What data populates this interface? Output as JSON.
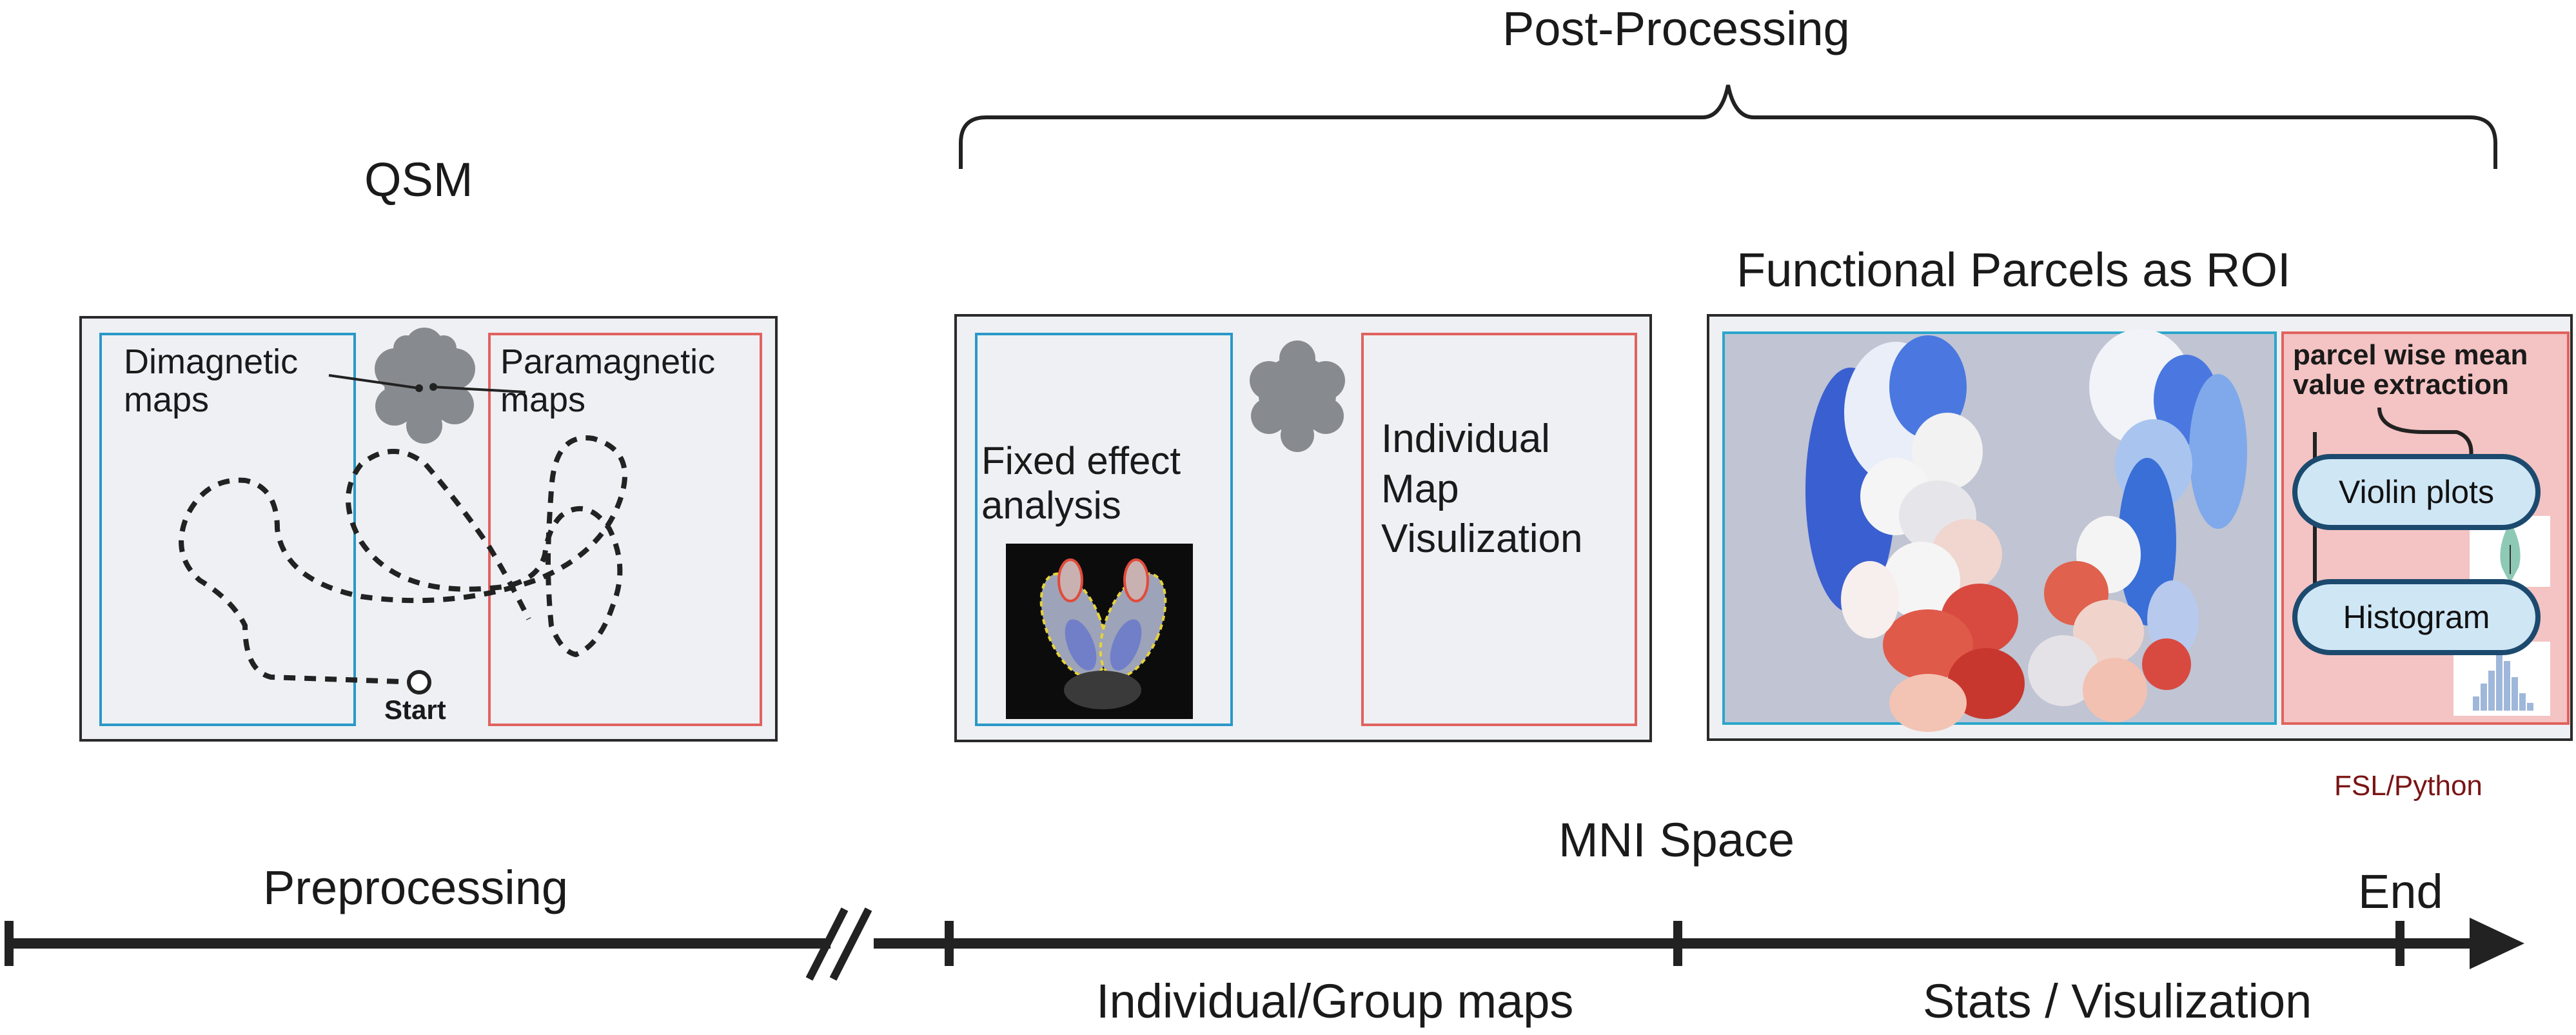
{
  "titles": {
    "post_processing": "Post-Processing",
    "qsm": "QSM",
    "functional_parcels": "Functional Parcels as ROI"
  },
  "qsm_panel": {
    "diamagnetic": "Dimagnetic\nmaps",
    "paramagnetic": "Paramagnetic\nmaps",
    "start": "Start"
  },
  "post_panel": {
    "fixed_effect": "Fixed effect\nanalysis",
    "individual_map": "Individual\nMap\nVisulization"
  },
  "roi_panel": {
    "extraction": "parcel wise mean\nvalue extraction",
    "violin": "Violin plots",
    "histogram": "Histogram",
    "tool": "FSL/Python"
  },
  "timeline": {
    "preprocessing": "Preprocessing",
    "mni_space": "MNI Space",
    "end": "End",
    "individual_group": "Individual/Group maps",
    "stats": "Stats / Visulization"
  },
  "colors": {
    "blue_zone": "#2a98c8",
    "red_zone": "#e0625e",
    "axis": "#222222",
    "tool_text": "#7a1414"
  }
}
